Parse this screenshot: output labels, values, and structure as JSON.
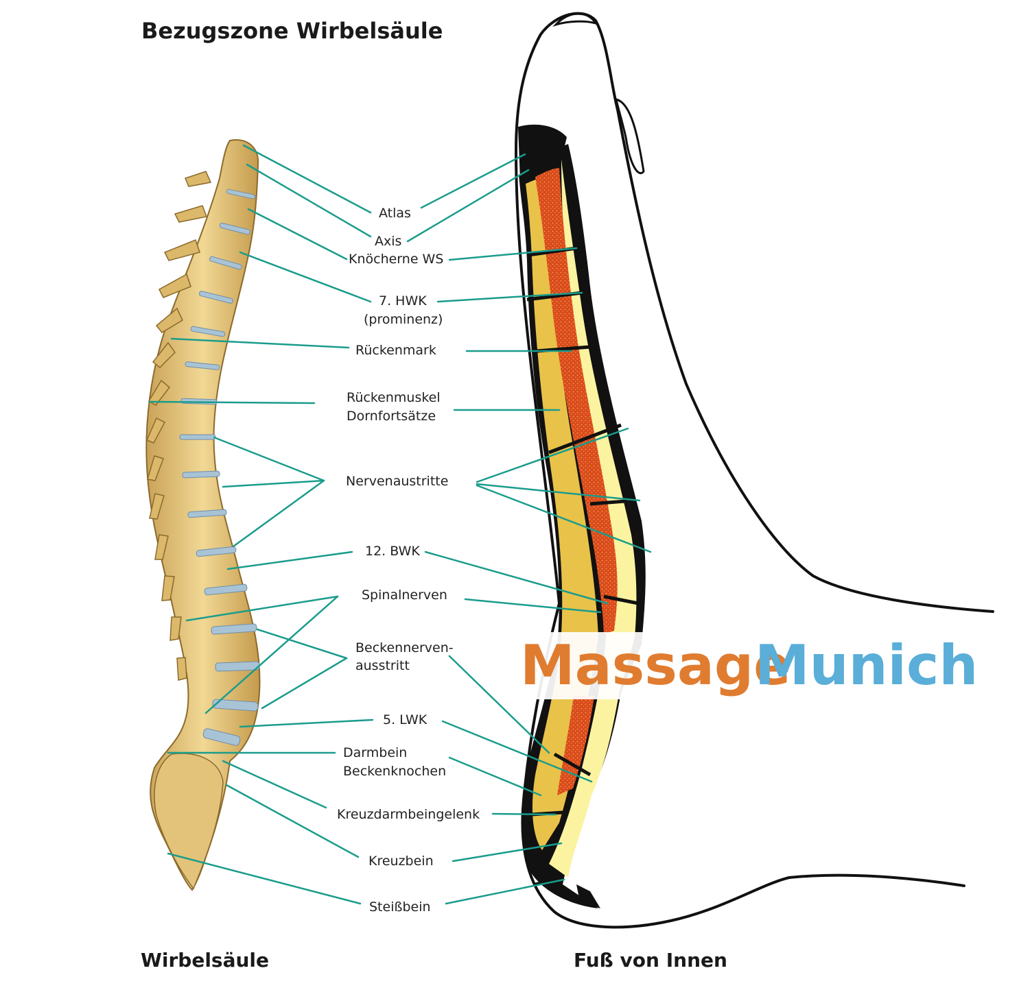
{
  "title": "Bezugszone Wirbelsäule",
  "captions": {
    "left": "Wirbelsäule",
    "right": "Fuß von Innen"
  },
  "labels": {
    "atlas": "Atlas",
    "axis": "Axis",
    "knoecherne_ws": "Knöcherne WS",
    "hwk_1": "7. HWK",
    "hwk_2": "(prominenz)",
    "rueckenmark": "Rückenmark",
    "rueckenmuskel_1": "Rückenmuskel",
    "rueckenmuskel_2": "Dornfortsätze",
    "nervenaustritte": "Nervenaustritte",
    "bwk": "12. BWK",
    "spinalnerven": "Spinalnerven",
    "becken_1": "Beckennerven-",
    "becken_2": "ausstritt",
    "lwk": "5. LWK",
    "darmbein_1": "Darmbein",
    "darmbein_2": "Beckenknochen",
    "kreuzdarmbeingelenk": "Kreuzdarmbeingelenk",
    "kreuzbein": "Kreuzbein",
    "steissbein": "Steißbein"
  },
  "watermark": {
    "word1": "Massage",
    "word2": "Munich"
  },
  "colors": {
    "leader": "#1a9c8c",
    "bone": "#e8c77a",
    "bone_dark": "#b8913f",
    "disc": "#a9c3d6",
    "foot_yellow": "#fbf3a0",
    "foot_gold": "#e9c24a",
    "marrow": "#d94a1f",
    "watermark_orange": "#e07c30",
    "watermark_blue": "#5aaed8"
  }
}
